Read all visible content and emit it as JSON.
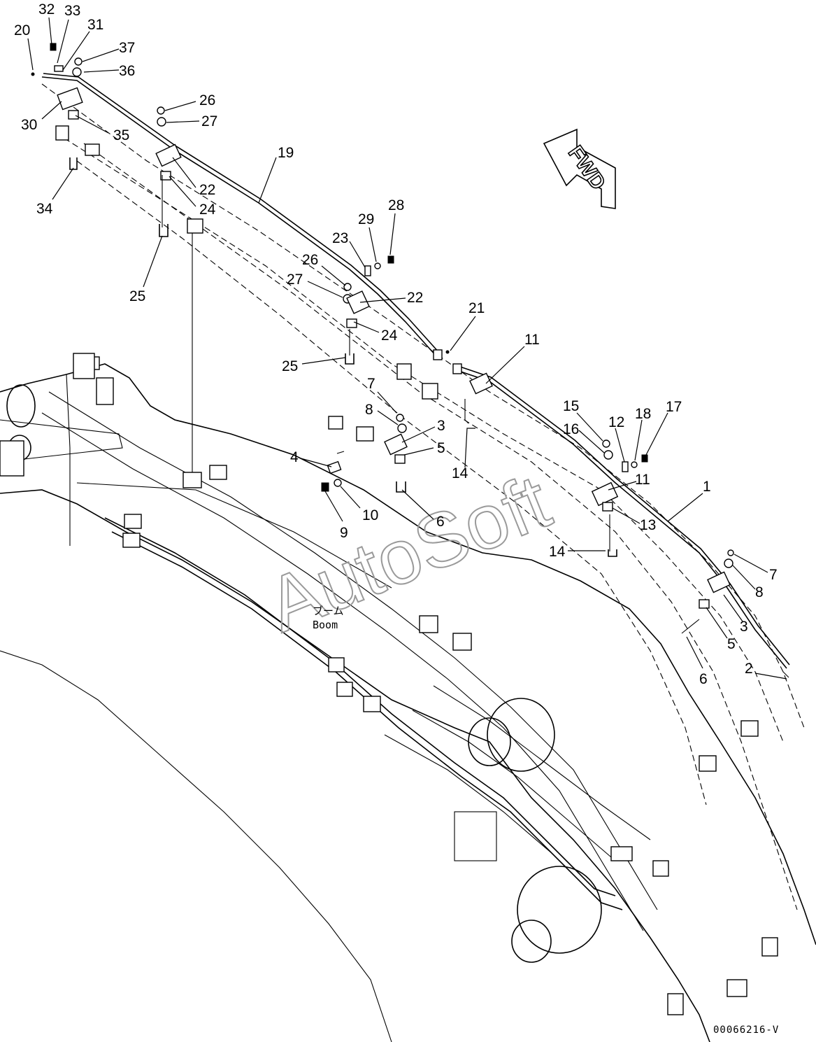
{
  "diagram": {
    "drawing_number": "00066216-V",
    "watermark": "AutoSoft",
    "direction_arrow": "FWD",
    "boom_label_jp": "ブーム",
    "boom_label_en": "Boom",
    "callouts": {
      "c1": "1",
      "c2": "2",
      "c3a": "3",
      "c3b": "3",
      "c4": "4",
      "c5a": "5",
      "c5b": "5",
      "c6a": "6",
      "c6b": "6",
      "c7a": "7",
      "c7b": "7",
      "c8a": "8",
      "c8b": "8",
      "c9": "9",
      "c10": "10",
      "c11a": "11",
      "c11b": "11",
      "c12": "12",
      "c13": "13",
      "c14a": "14",
      "c14b": "14",
      "c15": "15",
      "c16": "16",
      "c17": "17",
      "c18": "18",
      "c19": "19",
      "c20": "20",
      "c21": "21",
      "c22a": "22",
      "c22b": "22",
      "c23": "23",
      "c24a": "24",
      "c24b": "24",
      "c25a": "25",
      "c25b": "25",
      "c26a": "26",
      "c26b": "26",
      "c27a": "27",
      "c27b": "27",
      "c28": "28",
      "c29": "29",
      "c30": "30",
      "c31": "31",
      "c32": "32",
      "c33": "33",
      "c34": "34",
      "c35": "35",
      "c36": "36",
      "c37": "37"
    }
  }
}
